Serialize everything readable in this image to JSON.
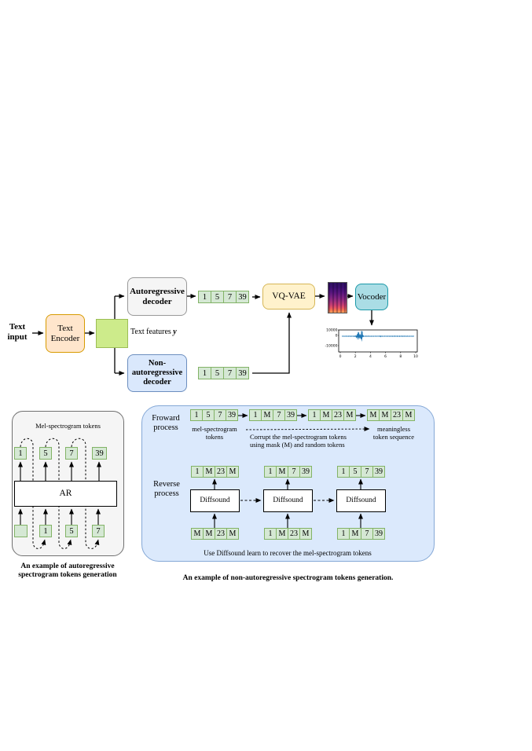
{
  "pipeline": {
    "text_input": "Text\ninput",
    "text_encoder": "Text\nEncoder",
    "text_features_label": "Text features ",
    "text_features_var": "y",
    "ar_decoder": "Autoregressive\ndecoder",
    "nar_decoder": "Non-\nautoregressive\ndecoder",
    "ar_tokens": [
      "1",
      "5",
      "7",
      "39"
    ],
    "nar_tokens": [
      "1",
      "5",
      "7",
      "39"
    ],
    "vqvae": "VQ-VAE",
    "vocoder": "Vocoder",
    "waveform": {
      "y_ticks": [
        "10000",
        "0",
        "-10000"
      ],
      "x_ticks": [
        "0",
        "2",
        "4",
        "6",
        "8",
        "10"
      ]
    }
  },
  "ar_panel": {
    "title": "Mel-spectrogram tokens",
    "top_tokens": [
      "1",
      "5",
      "7",
      "39"
    ],
    "model_label": "AR",
    "bottom_tokens": [
      "",
      "1",
      "5",
      "7"
    ],
    "caption": "An example of  autoregressive\nspectrogram tokens generation"
  },
  "nar_panel": {
    "forward_label": "Froward\nprocess",
    "forward_sequences": [
      [
        "1",
        "5",
        "7",
        "39"
      ],
      [
        "1",
        "M",
        "7",
        "39"
      ],
      [
        "1",
        "M",
        "23",
        "M"
      ],
      [
        "M",
        "M",
        "23",
        "M"
      ]
    ],
    "mel_label": "mel-spectrogram\ntokens",
    "corrupt_label": "Corrupt the mel-spectrogram tokens\nusing mask (M) and random tokens",
    "meaningless_label": "meaningless\ntoken sequence",
    "reverse_label": "Reverse\nprocess",
    "diffsound_label": "Diffsound",
    "reverse_outputs": [
      [
        "1",
        "M",
        "23",
        "M"
      ],
      [
        "1",
        "M",
        "7",
        "39"
      ],
      [
        "1",
        "5",
        "7",
        "39"
      ]
    ],
    "reverse_inputs": [
      [
        "M",
        "M",
        "23",
        "M"
      ],
      [
        "1",
        "M",
        "23",
        "M"
      ],
      [
        "1",
        "M",
        "7",
        "39"
      ]
    ],
    "panel_caption": "Use Diffsound learn to recover the mel-spectrogram tokens",
    "caption": "An example of  non-autoregressive spectrogram tokens generation."
  },
  "colors": {
    "token_fill": "#d5e8d4",
    "token_border": "#82b366",
    "encoder_fill": "#ffe6cc",
    "encoder_border": "#d79b00",
    "features_fill": "#cdeb8b",
    "ar_fill": "#f5f5f5",
    "ar_border": "#999999",
    "nar_fill": "#dae8fc",
    "nar_border": "#6c8ebf",
    "vqvae_fill": "#fff2cc",
    "vqvae_border": "#d6b656",
    "vocoder_fill": "#aadde5",
    "vocoder_border": "#1b99a8",
    "blue_panel_fill": "#dbe9fc",
    "blue_panel_border": "#85a8d6",
    "gray_panel_fill": "#f5f5f5",
    "gray_panel_border": "#707070",
    "waveform_line": "#1f77b4"
  }
}
